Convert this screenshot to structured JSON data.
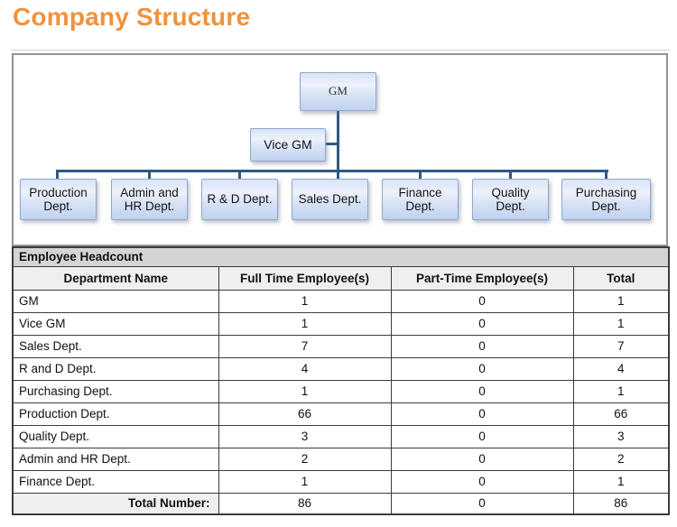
{
  "page": {
    "title": "Company Structure"
  },
  "org_chart": {
    "gm_label": "GM",
    "vice_gm_label": "Vice GM",
    "departments": [
      "Production Dept.",
      "Admin and HR Dept.",
      "R & D Dept.",
      "Sales Dept.",
      "Finance Dept.",
      "Quality Dept.",
      "Purchasing Dept."
    ]
  },
  "headcount_table": {
    "section_title": "Employee Headcount",
    "columns": [
      "Department Name",
      "Full Time Employee(s)",
      "Part-Time Employee(s)",
      "Total"
    ],
    "rows": [
      {
        "department": "GM",
        "full_time": "1",
        "part_time": "0",
        "total": "1"
      },
      {
        "department": "Vice GM",
        "full_time": "1",
        "part_time": "0",
        "total": "1"
      },
      {
        "department": "Sales Dept.",
        "full_time": "7",
        "part_time": "0",
        "total": "7"
      },
      {
        "department": "R and D Dept.",
        "full_time": "4",
        "part_time": "0",
        "total": "4"
      },
      {
        "department": "Purchasing Dept.",
        "full_time": "1",
        "part_time": "0",
        "total": "1"
      },
      {
        "department": "Production Dept.",
        "full_time": "66",
        "part_time": "0",
        "total": "66"
      },
      {
        "department": "Quality Dept.",
        "full_time": "3",
        "part_time": "0",
        "total": "3"
      },
      {
        "department": "Admin and HR Dept.",
        "full_time": "2",
        "part_time": "0",
        "total": "2"
      },
      {
        "department": "Finance Dept.",
        "full_time": "1",
        "part_time": "0",
        "total": "1"
      }
    ],
    "total_row": {
      "label": "Total Number:",
      "full_time": "86",
      "part_time": "0",
      "total": "86"
    }
  },
  "colors": {
    "title_orange": "#F0923E",
    "connector_blue": "#2A5A86",
    "node_border_blue": "#8FA8CC",
    "node_fill_light": "#EDF2FB",
    "node_fill_dark": "#BFD2EF",
    "section_header_gray": "#D4D4D4",
    "column_header_gray": "#EFEFEF",
    "table_border_dark": "#3C3C3C"
  }
}
